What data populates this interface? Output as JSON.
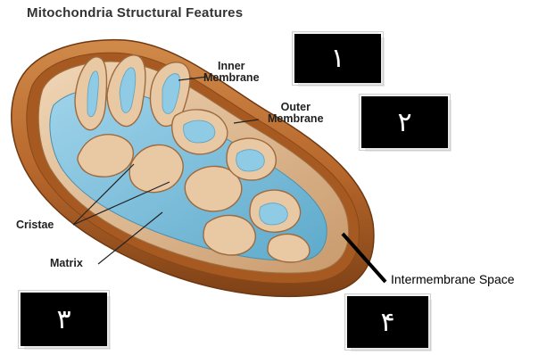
{
  "title": "Mitochondria Structural Features",
  "labels": {
    "inner_membrane_line1": "Inner",
    "inner_membrane_line2": "Membrane",
    "outer_membrane_line1": "Outer",
    "outer_membrane_line2": "Membrane",
    "cristae": "Cristae",
    "matrix": "Matrix",
    "intermembrane_space": "Intermembrane Space"
  },
  "number_boxes": [
    "١",
    "٢",
    "٣",
    "۴"
  ],
  "colors": {
    "outer_shell": "#b8682c",
    "inner_tan": "#e2bf98",
    "matrix_blue": "#7cc0dc",
    "box": "#000000"
  }
}
